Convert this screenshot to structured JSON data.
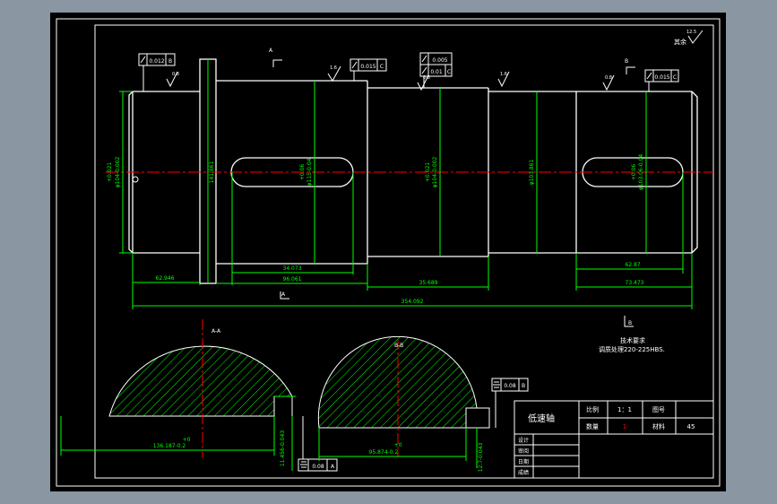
{
  "colors": {
    "background": "#000000",
    "outline": "#ffffff",
    "dimension": "#00ff00",
    "centerline": "#ff0000",
    "window": "#8b96a3",
    "hatch": "#00ff00"
  },
  "notes": {
    "roughness_other": "其余",
    "roughness_other_value": "12.5",
    "roughness_values": [
      "0.8",
      "1.6",
      "0.8",
      "1.6",
      "0.8"
    ],
    "tech_title": "技术要求",
    "tech_text": "调质处理220-225HBS."
  },
  "section_labels": {
    "a": "A",
    "b": "B",
    "a_view": "A-A",
    "b_view": "B-B",
    "datum_a": "A",
    "datum_b": "B"
  },
  "tolerance_frames": {
    "f1": {
      "value": "0.012",
      "datum": "B"
    },
    "f2": {
      "value": "0.015",
      "datum": "C"
    },
    "f3a": {
      "value": "0.005",
      "datum": ""
    },
    "f3b": {
      "value": "0.01",
      "datum": "C"
    },
    "f4": {
      "value": "0.015",
      "datum": "C"
    },
    "sym_a": {
      "value": "0.08",
      "datum": "A"
    },
    "sym_b": {
      "value": "0.08",
      "datum": "B"
    }
  },
  "dimensions": {
    "h1": "62.946",
    "h2": "34.073",
    "h3": "96.061",
    "h4": "35.689",
    "h5": "62.87",
    "h6": "73.473",
    "h_total": "354.092",
    "v1_top": "+0.021",
    "v1_bot": "φ104-0.002",
    "v2": "141.861",
    "v3_top": "+0.06",
    "v3_bot": "φ115-0.04",
    "v4_top": "+0.021",
    "v4_bot": "φ104-0.002",
    "v5": "φ103.861",
    "v6_top": "+0.06",
    "v6_bot": "φ103.06-0.04",
    "sec_a_w_top": "+0",
    "sec_a_w": "136.187-0.2",
    "sec_a_key": "11.456-0.043",
    "sec_b_w_top": "+0",
    "sec_b_w": "95.874-0.2",
    "sec_b_key": "12.7-0.043"
  },
  "title_block": {
    "part_name": "低速轴",
    "scale_label": "比例",
    "scale_value": "1：1",
    "drawing_no_label": "图号",
    "qty_label": "数量",
    "qty_value": "1",
    "material_label": "材料",
    "material_value": "45",
    "rows": [
      "设计",
      "审阅",
      "日期",
      "成绩"
    ]
  }
}
